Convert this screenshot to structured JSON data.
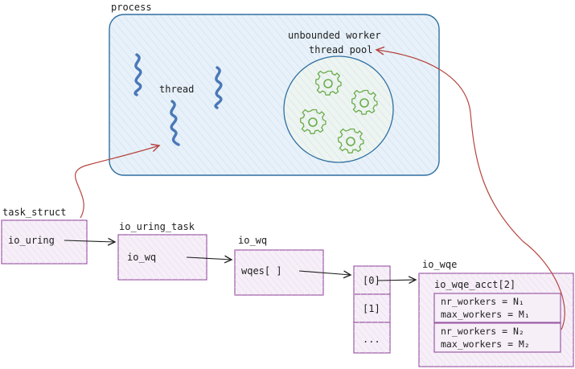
{
  "process": {
    "label": "process"
  },
  "thread": {
    "label": "thread"
  },
  "pool": {
    "label_line1": "unbounded worker",
    "label_line2": "thread pool"
  },
  "task_struct": {
    "title": "task_struct",
    "field": "io_uring"
  },
  "io_uring_task": {
    "title": "io_uring_task",
    "field": "io_wq"
  },
  "io_wq": {
    "title": "io_wq",
    "field": "wqes[ ]"
  },
  "wqes_array": {
    "items": [
      "[0]",
      "[1]",
      "..."
    ]
  },
  "io_wqe": {
    "title": "io_wqe",
    "acct_label": "io_wqe_acct[2]",
    "acct": [
      {
        "nr_workers": "nr_workers   = N₁",
        "max_workers": "max_workers = M₁"
      },
      {
        "nr_workers": "nr_workers   = N₂",
        "max_workers": "max_workers = M₂"
      }
    ]
  },
  "colors": {
    "process_fill": "#e3eef7",
    "process_stroke": "#2f6fa0",
    "thread": "#4a78b8",
    "gear": "#6aad4a",
    "struct_stroke": "#9c5aa6",
    "struct_fill": "#f6eff8",
    "red_arrow": "#b5463f"
  }
}
